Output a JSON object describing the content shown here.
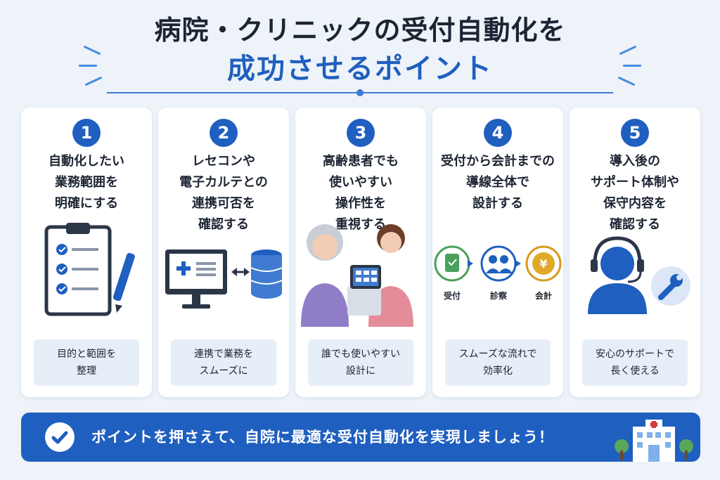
{
  "title": {
    "line1": "病院・クリニックの受付自動化を",
    "line2": "成功させるポイント"
  },
  "colors": {
    "accent": "#1f5fbf",
    "background": "#eef3f9",
    "card": "#ffffff",
    "label_bg": "#e6eef8"
  },
  "cards": [
    {
      "number": "1",
      "heading": [
        "自動化したい",
        "業務範囲を",
        "明確にする"
      ],
      "icon": "clipboard-checklist-icon",
      "summary": [
        "目的と範囲を",
        "整理"
      ]
    },
    {
      "number": "2",
      "heading": [
        "レセコンや",
        "電子カルテとの",
        "連携可否を",
        "確認する"
      ],
      "icon": "monitor-database-sync-icon",
      "summary": [
        "連携で業務を",
        "スムーズに"
      ]
    },
    {
      "number": "3",
      "heading": [
        "高齢患者でも",
        "使いやすい",
        "操作性を",
        "重視する"
      ],
      "icon": "elderly-patient-kiosk-illustration",
      "summary": [
        "誰でも使いやすい",
        "設計に"
      ]
    },
    {
      "number": "4",
      "heading": [
        "受付から会計までの",
        "導線全体で",
        "設計する"
      ],
      "icon": "patient-flow-icons",
      "summary": [
        "スムーズな流れで",
        "効率化"
      ],
      "flow": [
        "受付",
        "診察",
        "会計"
      ]
    },
    {
      "number": "5",
      "heading": [
        "導入後の",
        "サポート体制や",
        "保守内容を",
        "確認する"
      ],
      "icon": "headset-support-wrench-icon",
      "summary": [
        "安心のサポートで",
        "長く使える"
      ]
    }
  ],
  "banner": {
    "text": "ポイントを押さえて、自院に最適な受付自動化を実現しましょう！",
    "icon": "check-circle-icon",
    "illustration": "hospital-building-icon"
  }
}
